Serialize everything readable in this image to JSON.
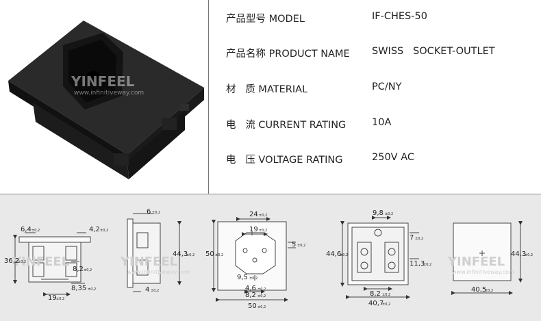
{
  "specs": [
    {
      "label": "产品型号 MODEL",
      "value": "IF-CHES-50"
    },
    {
      "label": "产品名称 PRODUCT NAME",
      "value": "SWISS   SOCKET-OUTLET"
    },
    {
      "label": "材   质 MATERIAL",
      "value": "PC/NY"
    },
    {
      "label": "电   流 CURRENT RATING",
      "value": "10A"
    },
    {
      "label": "电   压 VOLTAGE RATING",
      "value": "250V AC"
    }
  ],
  "brand": {
    "name": "YINFEEL",
    "url": "www.infinitiveway.com"
  },
  "watermarks": {
    "left": {
      "name": "YINFEEL",
      "url": "www.infinitiveway.com"
    },
    "mid": {
      "name": "YINFEEL",
      "url": "www.infinitiveway.com"
    },
    "right": {
      "name": "YINFEEL",
      "url": "www.infinitiveway.com"
    }
  },
  "dims": {
    "d1": "6,4",
    "d2": "4,2",
    "d3": "36,2",
    "d4": "8,2",
    "d5": "8,35",
    "d6": "19",
    "d7": "6",
    "d8": "44,3",
    "d9": "4",
    "d10": "24",
    "d11": "19",
    "d12": "50",
    "d13": "5",
    "d14": "9,5",
    "d15": "4,6",
    "d16": "8,2",
    "d17": "50",
    "d18": "9,8",
    "d19": "7",
    "d20": "44,6",
    "d21": "11,3",
    "d22": "8,2",
    "d23": "40,7",
    "d24": "44,3",
    "d25": "40,5",
    "tol": "±0,2"
  }
}
